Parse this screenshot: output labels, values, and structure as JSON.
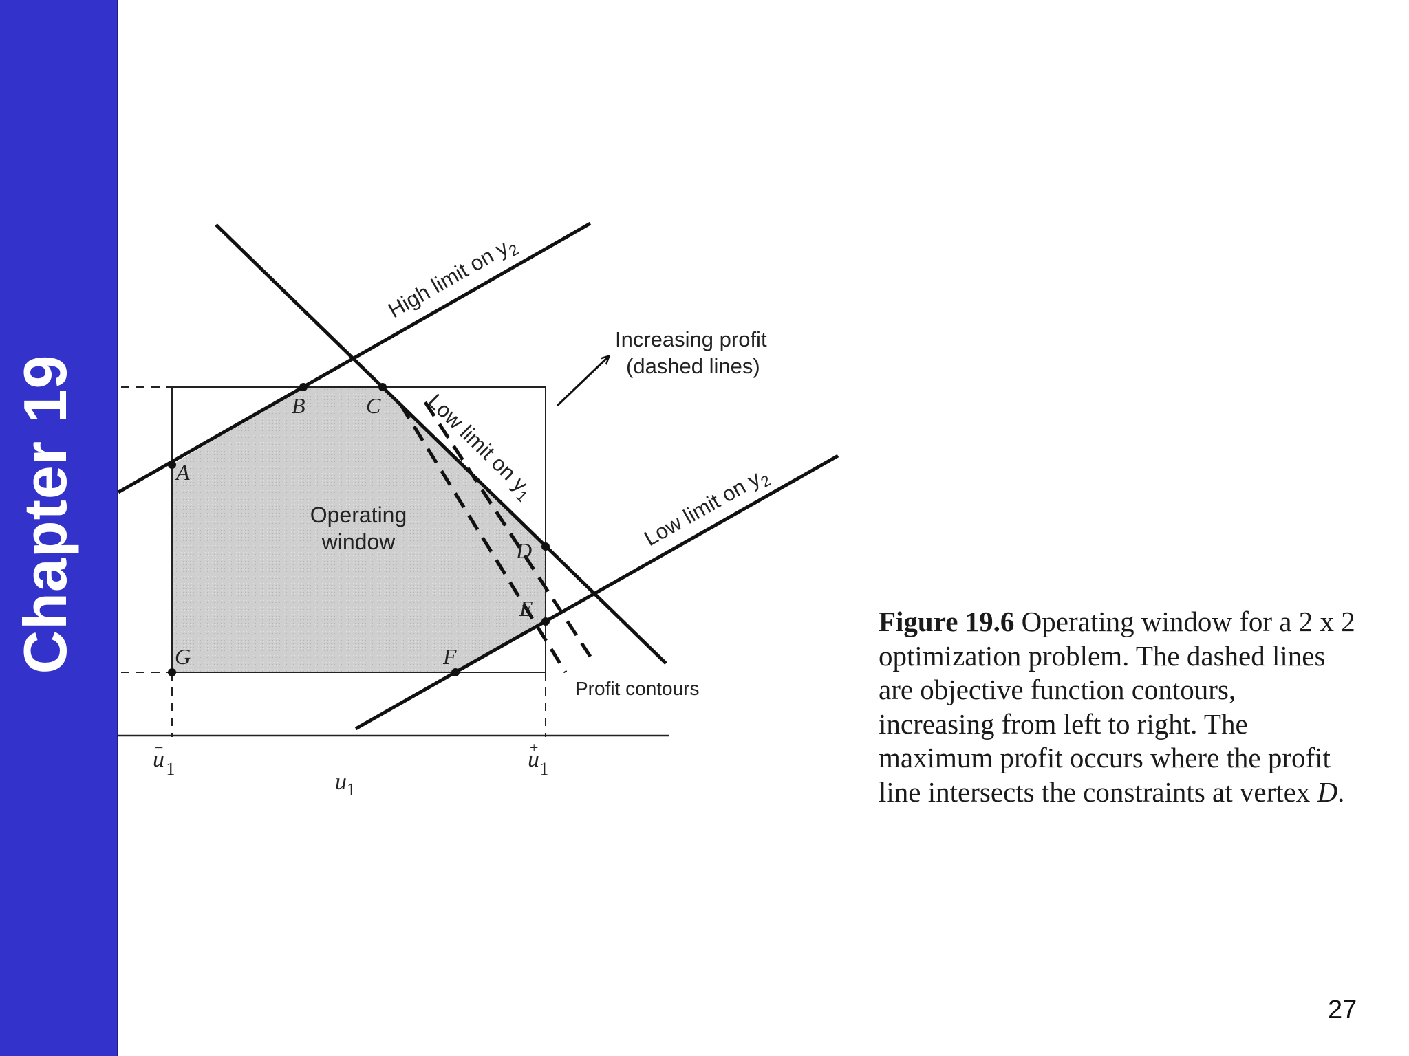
{
  "sidebar": {
    "title": "Chapter 19"
  },
  "diagram": {
    "labels": {
      "high_limit_y2": "High limit on y",
      "high_limit_y2_sub": "2",
      "low_limit_y1": "Low limit on y",
      "low_limit_y1_sub": "1",
      "low_limit_y2": "Low limit on y",
      "low_limit_y2_sub": "2",
      "increasing_profit_line1": "Increasing profit",
      "increasing_profit_line2": "(dashed lines)",
      "operating_window_line1": "Operating",
      "operating_window_line2": "window",
      "profit_contours": "Profit contours"
    },
    "vertices": {
      "A": "A",
      "B": "B",
      "C": "C",
      "D": "D",
      "E": "E",
      "F": "F",
      "G": "G"
    },
    "axis": {
      "u1_low_base": "u",
      "u1_low_sup": "−",
      "u1_low_sub": "1",
      "u1_high_base": "u",
      "u1_high_sup": "+",
      "u1_high_sub": "1",
      "x_axis_base": "u",
      "x_axis_sub": "1"
    },
    "colors": {
      "window_fill": "#cfcfcf",
      "line": "#111111"
    }
  },
  "caption": {
    "fig_label": "Figure 19.6",
    "line1_rest": " Operating window for a 2 x 2",
    "line2": "optimization problem. The dashed lines",
    "line3": "are objective function contours,",
    "line4": "increasing from left to right. The",
    "line5": "maximum profit occurs where the profit",
    "line6_pre": "line intersects the constraints at vertex ",
    "line6_vertex": "D",
    "line6_post": "."
  },
  "page_number": "27"
}
